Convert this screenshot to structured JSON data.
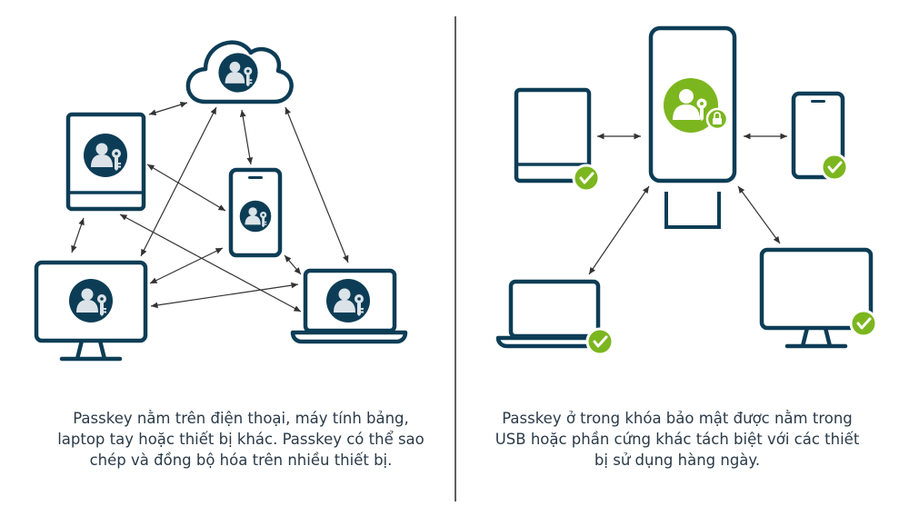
{
  "colors": {
    "outline": "#0d3d56",
    "arrow": "#333333",
    "accent": "#7cb61f",
    "divider": "#2a2a2a",
    "person_fill": "#dbe3e8"
  },
  "left_panel": {
    "caption_lines": [
      "Passkey nằm trên điện thoại, máy tính bảng,",
      "laptop tay hoặc thiết bị khác. Passkey có thể sao",
      "chép và đồng bộ hóa trên nhiều thiết bị."
    ],
    "devices": [
      {
        "name": "cloud",
        "icon": "passkey-person-key-icon"
      },
      {
        "name": "tablet",
        "icon": "passkey-person-key-icon"
      },
      {
        "name": "phone",
        "icon": "passkey-person-key-icon"
      },
      {
        "name": "monitor",
        "icon": "passkey-person-key-icon"
      },
      {
        "name": "laptop",
        "icon": "passkey-person-key-icon"
      }
    ]
  },
  "right_panel": {
    "caption_lines": [
      "Passkey ở trong khóa bảo mật được nằm trong",
      "USB hoặc phần cứng khác tách biệt với các thiết",
      "bị sử dụng hàng ngày."
    ],
    "security_key": {
      "icon": "passkey-person-key-lock-icon"
    },
    "devices": [
      {
        "name": "tablet",
        "icon": "check-icon"
      },
      {
        "name": "phone",
        "icon": "check-icon"
      },
      {
        "name": "laptop",
        "icon": "check-icon"
      },
      {
        "name": "monitor",
        "icon": "check-icon"
      }
    ]
  }
}
